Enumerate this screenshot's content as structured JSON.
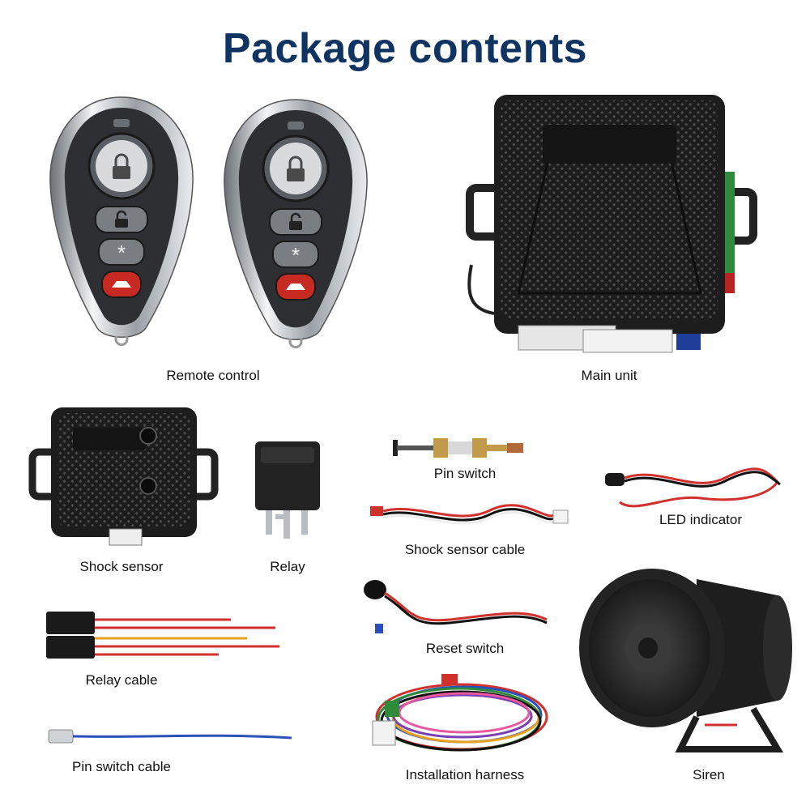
{
  "title": "Package contents",
  "items": [
    {
      "key": "remote",
      "label": "Remote control"
    },
    {
      "key": "main",
      "label": "Main unit"
    },
    {
      "key": "shock",
      "label": "Shock sensor"
    },
    {
      "key": "relay",
      "label": "Relay"
    },
    {
      "key": "pinsw",
      "label": "Pin switch"
    },
    {
      "key": "shockcable",
      "label": "Shock sensor cable"
    },
    {
      "key": "led",
      "label": "LED indicator"
    },
    {
      "key": "reset",
      "label": "Reset switch"
    },
    {
      "key": "relaycable",
      "label": "Relay cable"
    },
    {
      "key": "pincable",
      "label": "Pin switch cable"
    },
    {
      "key": "harness",
      "label": "Installation harness"
    },
    {
      "key": "siren",
      "label": "Siren"
    }
  ],
  "colors": {
    "title": "#0f3462",
    "plastic": "#2b2b2b",
    "wire_red": "#d0312d",
    "wire_blue": "#2b50b8",
    "chrome": "#c9cdd2"
  }
}
